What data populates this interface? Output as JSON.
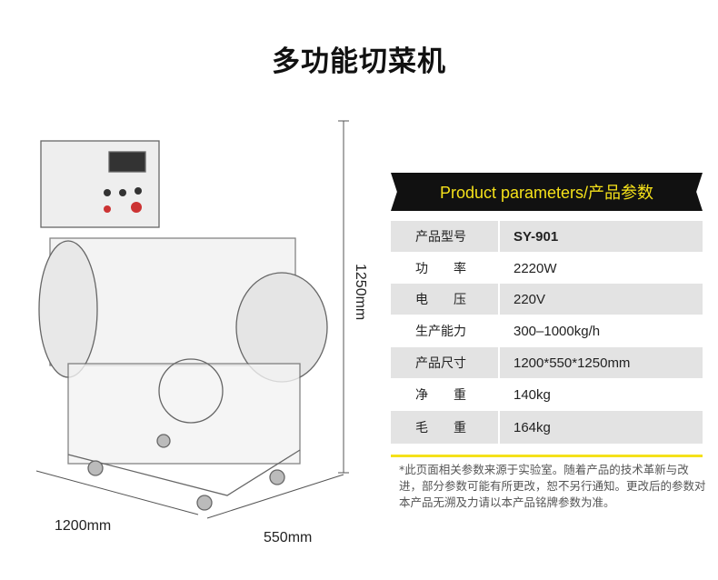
{
  "title": "多功能切菜机",
  "dimensions": {
    "height": "1250mm",
    "length": "1200mm",
    "width": "550mm"
  },
  "params": {
    "banner": "Product parameters/产品参数",
    "rows": [
      {
        "key": "产品型号",
        "value": "SY-901"
      },
      {
        "key": "功　　率",
        "value": "2220W"
      },
      {
        "key": "电　　压",
        "value": "220V"
      },
      {
        "key": "生产能力",
        "value": "300–1000kg/h"
      },
      {
        "key": "产品尺寸",
        "value": "1200*550*1250mm"
      },
      {
        "key": "净　　重",
        "value": "140kg"
      },
      {
        "key": "毛　　重",
        "value": "164kg"
      }
    ]
  },
  "note": "*此页面相关参数来源于实验室。随着产品的技术革新与改进，部分参数可能有所更改，恕不另行通知。更改后的参数对本产品无溯及力请以本产品铭牌参数为准。",
  "colors": {
    "accent": "#f5e11a",
    "banner_bg": "#111111",
    "row_gray": "#e3e3e3"
  }
}
